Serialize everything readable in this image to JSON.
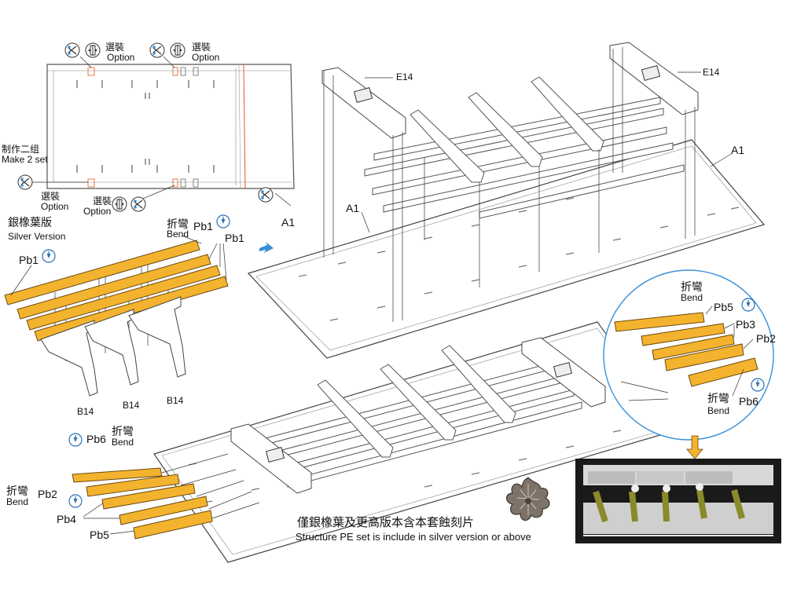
{
  "labels": {
    "option_zh": "選裝",
    "option_en": "Option",
    "make2_zh": "制作二组",
    "make2_en": "Make 2 set",
    "silver_zh": "銀橡葉版",
    "silver_en": "Silver Version",
    "bend_zh": "折彎",
    "bend_en": "Bend",
    "A1": "A1",
    "E14": "E14",
    "B14": "B14",
    "Pb1": "Pb1",
    "Pb2": "Pb2",
    "Pb3": "Pb3",
    "Pb4": "Pb4",
    "Pb5": "Pb5",
    "Pb6": "Pb6",
    "note_zh": "僅銀橡葉及更高版本含本套蝕刻片",
    "note_en": "Structure PE set is include in silver version or above"
  },
  "icons": [
    "drill-hole-icon",
    "cut-icon",
    "arrow-right-icon",
    "info-icon",
    "oak-leaf-emblem-icon"
  ],
  "colors": {
    "pe_part": "#f4b32e",
    "pe_part_edge": "#6b4a10",
    "line": "#444444",
    "accent": "#3a8fd6",
    "highlight": "#e2581c"
  }
}
